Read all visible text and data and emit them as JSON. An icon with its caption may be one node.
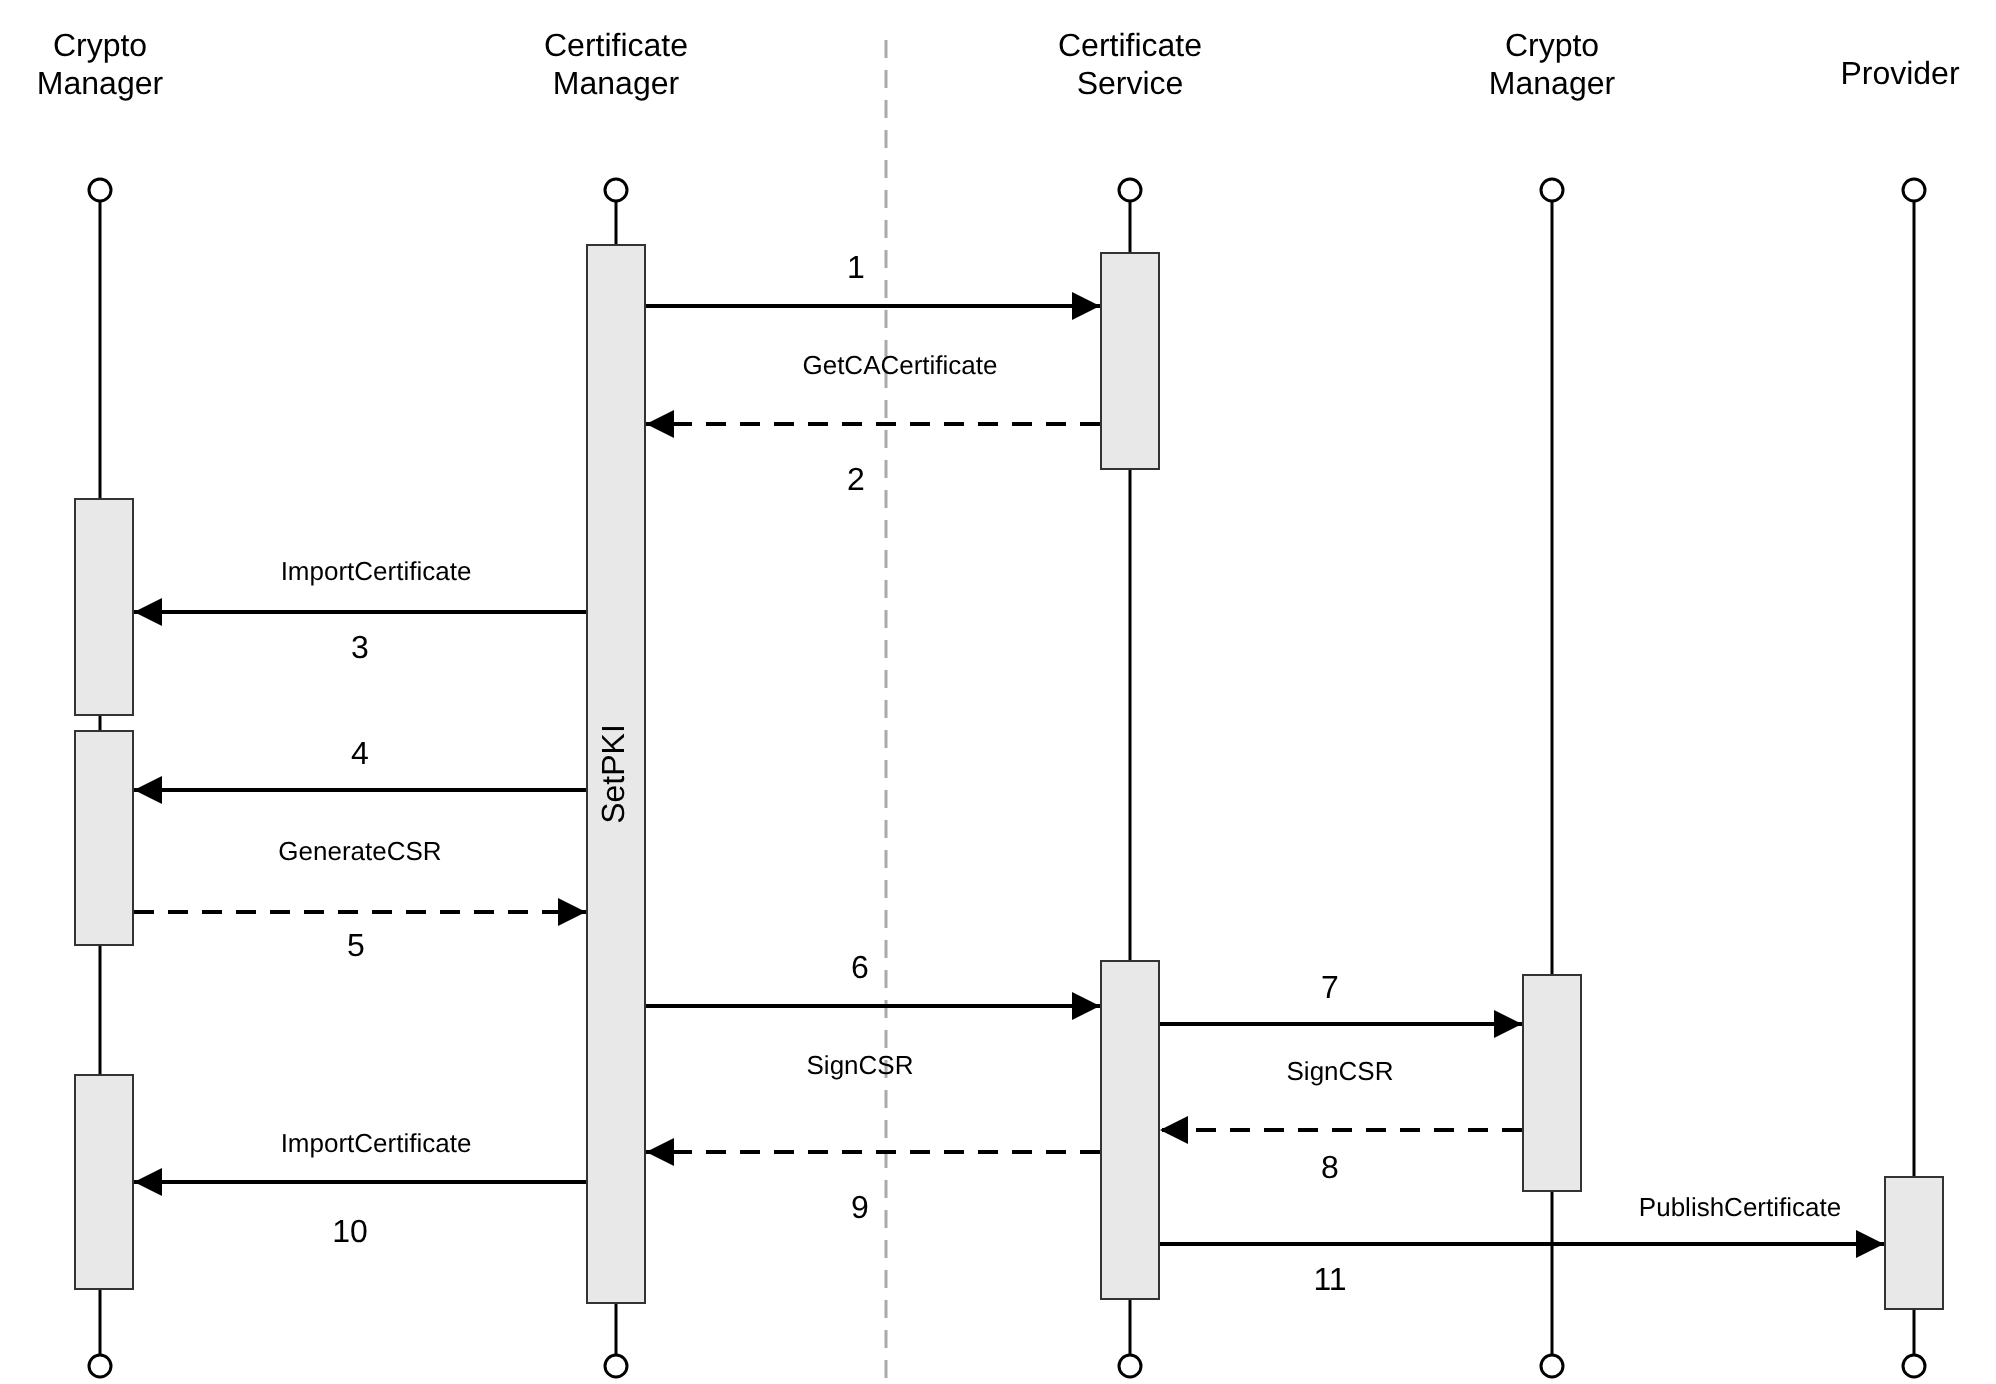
{
  "diagram": {
    "nodes": [
      {
        "text": [
          "Crypto Manager"
        ]
      },
      {
        "text": [
          "Certificate Manager"
        ]
      },
      {
        "text": [
          "Certificate Service"
        ]
      },
      {
        "text": [
          "Crypto Manager"
        ]
      },
      {
        "text": [
          "Provider"
        ]
      },
      {
        "text": [],
        "shape": "bar"
      },
      {
        "text": [],
        "shape": "bar"
      },
      {
        "text": [],
        "shape": "bar"
      },
      {
        "text": [
          "SetPKI"
        ]
      },
      {
        "text": [],
        "shape": "bar"
      },
      {
        "text": [],
        "shape": "bar"
      },
      {
        "text": [],
        "shape": "bar"
      },
      {
        "text": [],
        "shape": "bar"
      }
    ],
    "edges": [
      {
        "from": 8,
        "to": 9,
        "arrow": "to",
        "label": "1"
      },
      {
        "from": 9,
        "to": 8,
        "arrow": "to",
        "label": "2",
        "style": "dashed"
      },
      {
        "from": 8,
        "to": 5,
        "arrow": "to",
        "label": "3"
      },
      {
        "from": 8,
        "to": 6,
        "arrow": "to",
        "label": "4"
      },
      {
        "from": 6,
        "to": 8,
        "arrow": "to",
        "label": "5",
        "style": "dashed"
      },
      {
        "from": 8,
        "to": 10,
        "arrow": "to",
        "label": "6"
      },
      {
        "from": 10,
        "to": 11,
        "arrow": "to",
        "label": "7"
      },
      {
        "from": 11,
        "to": 10,
        "arrow": "to",
        "label": "8",
        "style": "dashed"
      },
      {
        "from": 10,
        "to": 8,
        "arrow": "to",
        "label": "9",
        "style": "dashed"
      },
      {
        "from": 8,
        "to": 7,
        "arrow": "to",
        "label": "10"
      },
      {
        "from": 10,
        "to": 12,
        "arrow": "to",
        "label": "11"
      }
    ],
    "labels": [
      "GetCACertificate",
      "ImportCertificate",
      "GenerateCSR",
      "SignCSR",
      "SignCSR",
      "ImportCertificate",
      "PublishCertificate"
    ]
  }
}
